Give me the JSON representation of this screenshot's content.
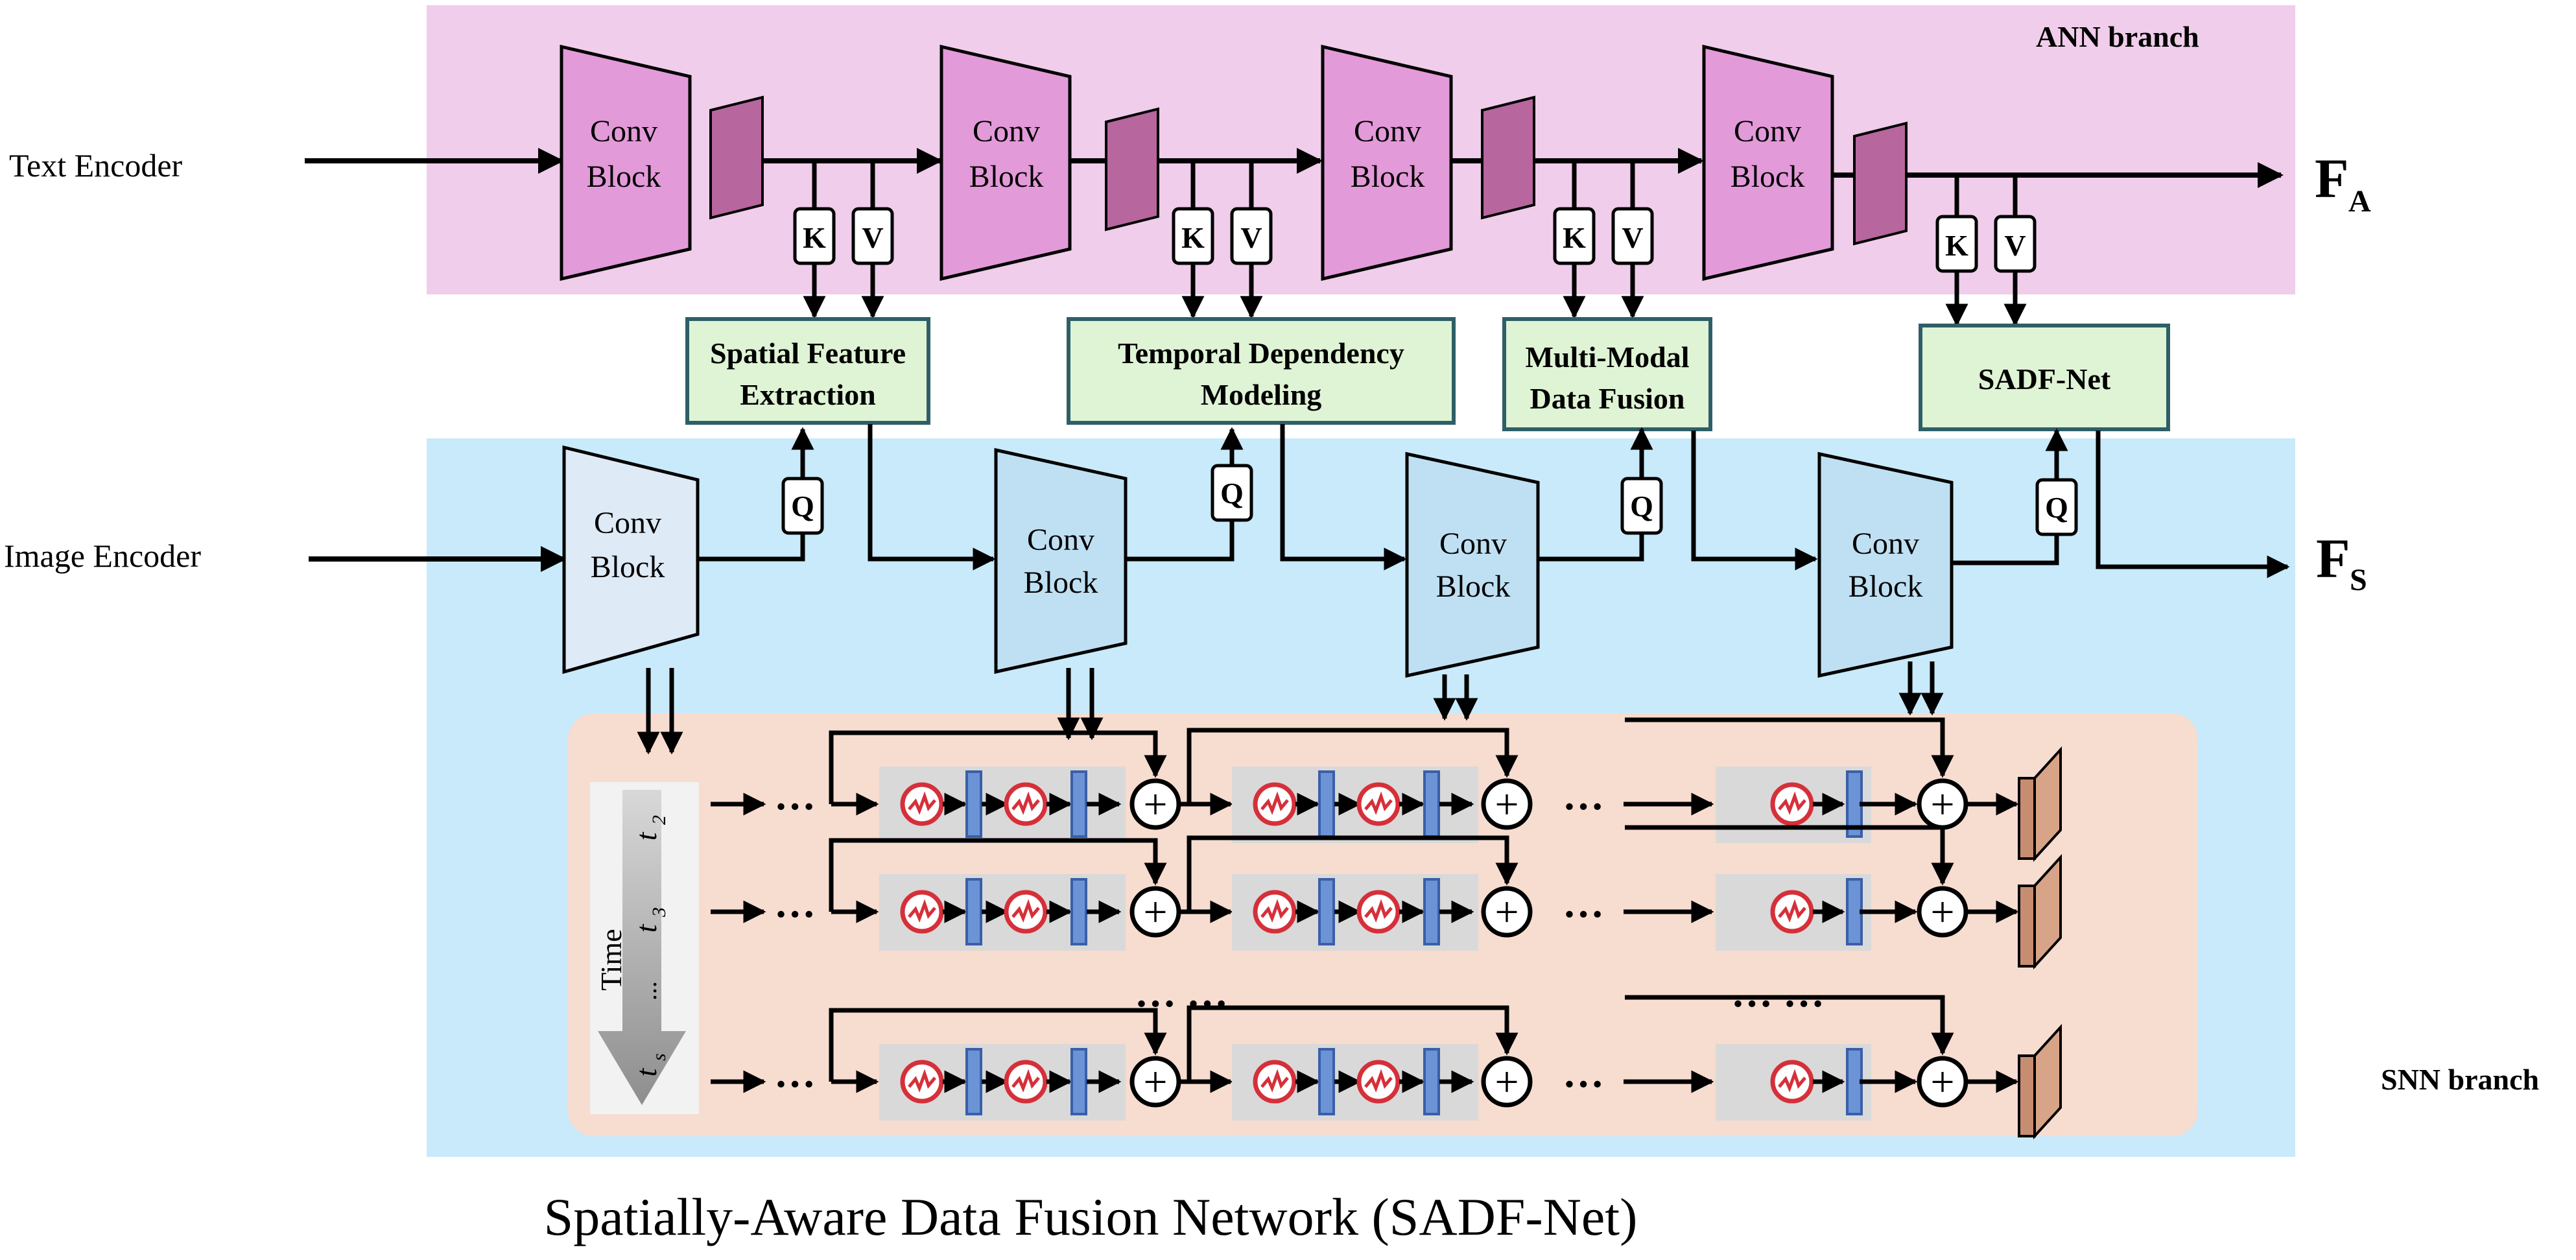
{
  "branches": {
    "ann_label": "ANN branch",
    "snn_label": "SNN branch"
  },
  "encoders": {
    "text_label": "Text Encoder",
    "image_label": "Image Encoder"
  },
  "conv_block": {
    "line1": "Conv",
    "line2": "Block"
  },
  "attention": {
    "k": "K",
    "v": "V",
    "q": "Q"
  },
  "fusion_modules": [
    {
      "line1": "Spatial Feature",
      "line2": "Extraction"
    },
    {
      "line1": "Temporal Dependency",
      "line2": "Modeling"
    },
    {
      "line1": "Multi-Modal",
      "line2": "Data Fusion"
    },
    {
      "line1": "SADF-Net",
      "line2": ""
    }
  ],
  "outputs": {
    "fa_main": "F",
    "fa_sub": "A",
    "fs_main": "F",
    "fs_sub": "S"
  },
  "time_axis": {
    "label": "Time",
    "t2": "t",
    "t2_sub": "2",
    "t3": "t",
    "t3_sub": "3",
    "dots": "...",
    "ts": "t",
    "ts_sub": "s"
  },
  "snn": {
    "ellipsis": "…",
    "row_gap_dots": "… …",
    "plus": "+"
  },
  "caption": "Spatially-Aware Data Fusion Network (SADF-Net)",
  "colors": {
    "ann_bg": "#f0cdeb",
    "snn_bg": "#c8eafa",
    "snn_inner": "#f7dcd0",
    "ann_conv": "#e39ad9",
    "snn_conv_light": "#deeaf6",
    "snn_conv": "#bfe0f3",
    "module_fill": "#dff3d5",
    "module_stroke": "#2e5f68",
    "feature_plate": "#b7669e",
    "out_plate": "#d8a488",
    "neuron_red": "#d5303a",
    "blue_bar": "#6b93d6"
  }
}
